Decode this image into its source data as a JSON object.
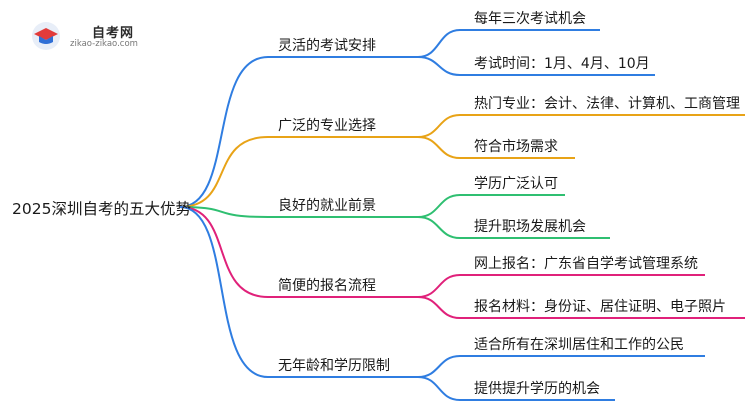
{
  "logo": {
    "title": "自考网",
    "url": "zikao-zikao.com"
  },
  "root": {
    "label": "2025深圳自考的五大优势"
  },
  "branches": [
    {
      "label": "灵活的考试安排",
      "color": "#2f7de1",
      "children": [
        "每年三次考试机会",
        "考试时间：1月、4月、10月"
      ]
    },
    {
      "label": "广泛的专业选择",
      "color": "#e8a317",
      "children": [
        "热门专业：会计、法律、计算机、工商管理",
        "符合市场需求"
      ]
    },
    {
      "label": "良好的就业前景",
      "color": "#2fbf71",
      "children": [
        "学历广泛认可",
        "提升职场发展机会"
      ]
    },
    {
      "label": "简便的报名流程",
      "color": "#e0217a",
      "children": [
        "网上报名：广东省自学考试管理系统",
        "报名材料：身份证、居住证明、电子照片"
      ]
    },
    {
      "label": "无年龄和学历限制",
      "color": "#2f7de1",
      "children": [
        "适合所有在深圳居住和工作的公民",
        "提供提升学历的机会"
      ]
    }
  ]
}
